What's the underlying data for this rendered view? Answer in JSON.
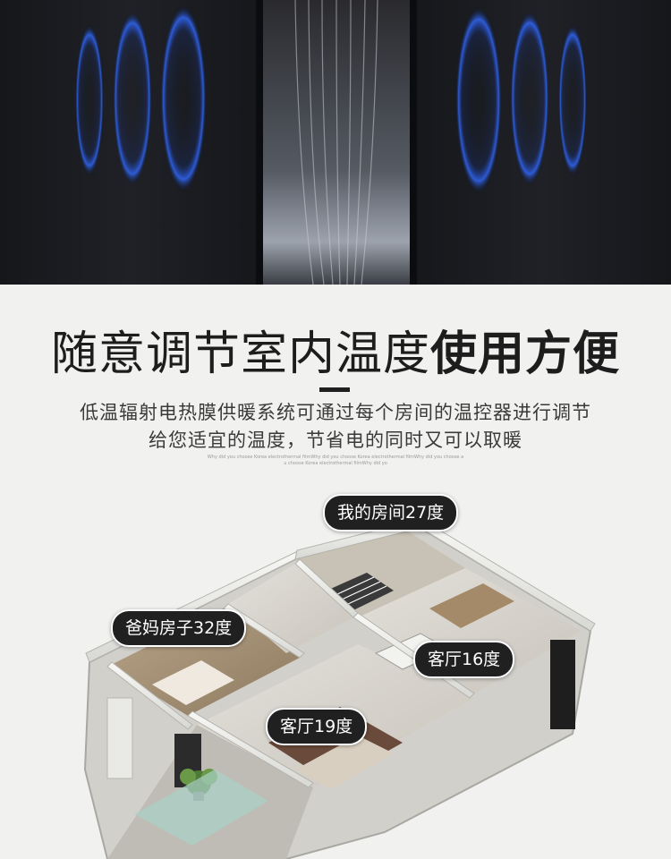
{
  "banner": {
    "icon": "heat-wave-panels",
    "glow_color": "#2f5fe0"
  },
  "headline": {
    "part_thin": "随意调节室内温度",
    "part_bold": "使用方便"
  },
  "subtitle": {
    "line1": "低温辐射电热膜供暖系统可通过每个房间的温控器进行调节",
    "line2": "给您适宜的温度，节省电的同时又可以取暖"
  },
  "english_note": {
    "line1": "Why did you choose Korea electrothermal filmWhy did you choose Korea electrothermal filmWhy did you choose a",
    "line2": "u choose Korea electrothermal filmWhy did yo"
  },
  "floorplan": {
    "icon": "apartment-3d-floorplan",
    "labels": {
      "my_room": "我的房间27度",
      "parents_room": "爸妈房子32度",
      "living_16": "客厅16度",
      "living_19": "客厅19度"
    }
  }
}
